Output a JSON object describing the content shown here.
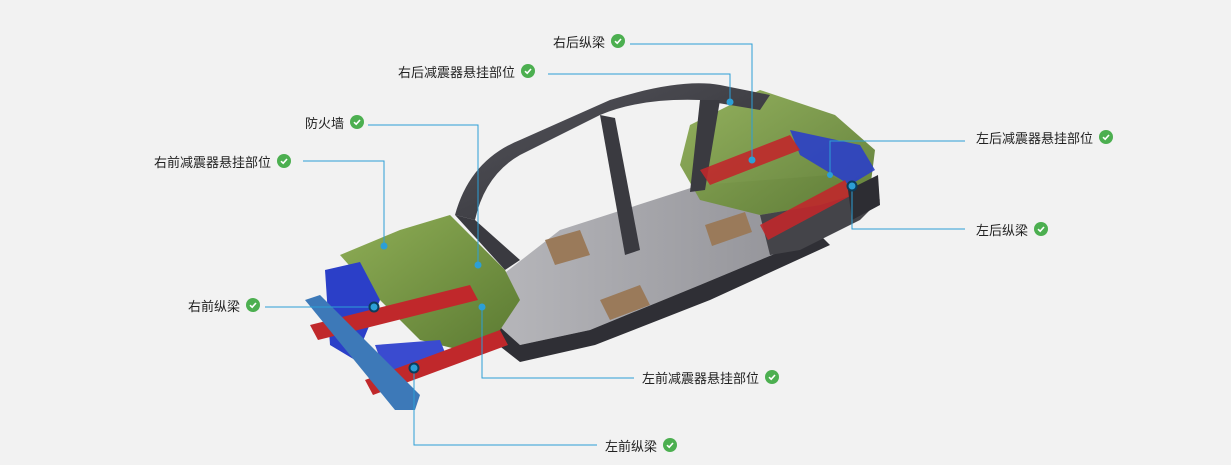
{
  "colors": {
    "background": "#f2f2f2",
    "leader_line": "#2c9fd6",
    "check": "#4caf50",
    "rail_red": "#c0282b",
    "mount_blue": "#2b3fc8",
    "firewall_green": "#6f8f3e",
    "frame_dark": "#3a3a40",
    "bumper_blue": "#3d79b8"
  },
  "labels": [
    {
      "id": "right-rear-rail",
      "text": "右后纵梁",
      "icon": "check-circle-icon"
    },
    {
      "id": "right-rear-shock-mount",
      "text": "右后减震器悬挂部位",
      "icon": "check-circle-icon"
    },
    {
      "id": "firewall",
      "text": "防火墙",
      "icon": "check-circle-icon"
    },
    {
      "id": "right-front-shock-mount",
      "text": "右前减震器悬挂部位",
      "icon": "check-circle-icon"
    },
    {
      "id": "right-front-rail",
      "text": "右前纵梁",
      "icon": "check-circle-icon"
    },
    {
      "id": "left-rear-shock-mount",
      "text": "左后减震器悬挂部位",
      "icon": "check-circle-icon"
    },
    {
      "id": "left-rear-rail",
      "text": "左后纵梁",
      "icon": "check-circle-icon"
    },
    {
      "id": "left-front-shock-mount",
      "text": "左前减震器悬挂部位",
      "icon": "check-circle-icon"
    },
    {
      "id": "left-front-rail",
      "text": "左前纵梁",
      "icon": "check-circle-icon"
    }
  ]
}
